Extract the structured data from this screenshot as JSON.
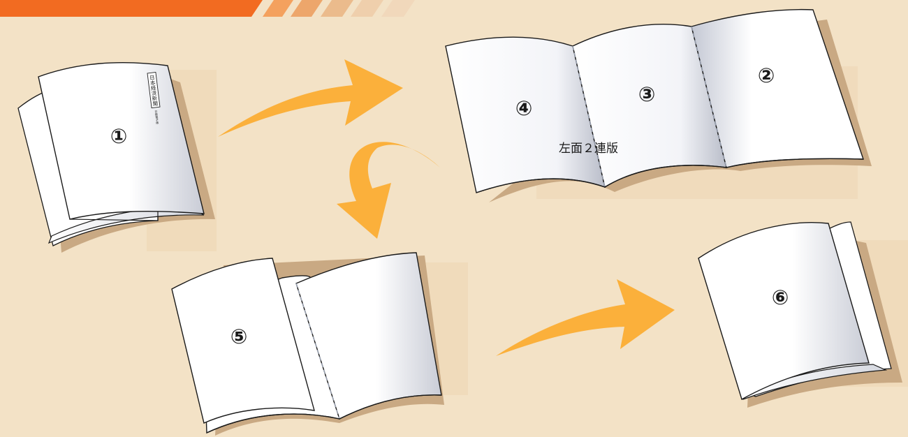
{
  "colors": {
    "background": "#f3e2c6",
    "banner": "#f26b21",
    "stripe_1": "#f4a15e",
    "stripe_2": "#eda66b",
    "stripe_3": "#ebbb8c",
    "stripe_4": "#efcfac",
    "arrow": "#fbb03b",
    "paper": "#ffffff",
    "shadow": "#c9a983",
    "fold_line": "#9aa2b2"
  },
  "pages": {
    "p1": "①",
    "p2": "②",
    "p3": "③",
    "p4": "④",
    "p5": "⑤",
    "p6": "⑥"
  },
  "spread_caption": "左面２連版",
  "masthead": {
    "title": "日本経済新聞",
    "edition": "日経電子版"
  },
  "icons": {
    "arrows": [
      "arrow-right-curved",
      "arrow-down-curved",
      "arrow-right-curved"
    ]
  }
}
